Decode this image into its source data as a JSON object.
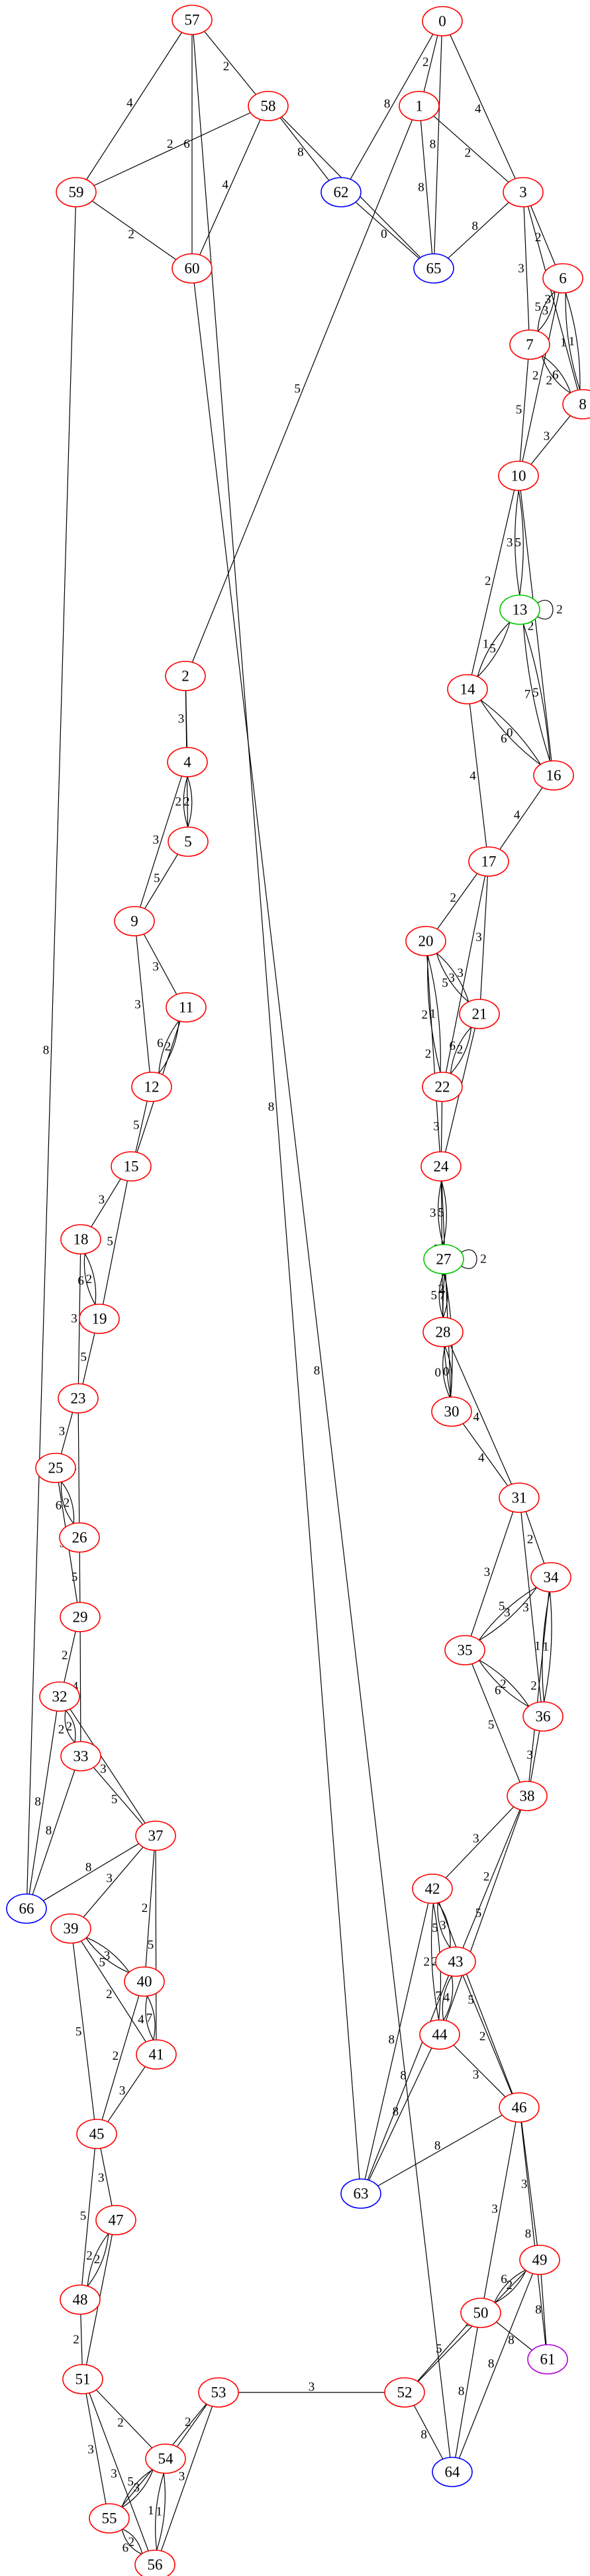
{
  "colors": {
    "red": "#ff0000",
    "green": "#00c800",
    "blue": "#0000ff",
    "purple": "#b000d8",
    "edge": "#000000"
  },
  "nodes": [
    {
      "id": "0",
      "color": "red"
    },
    {
      "id": "1",
      "color": "red"
    },
    {
      "id": "2",
      "color": "red"
    },
    {
      "id": "3",
      "color": "red"
    },
    {
      "id": "4",
      "color": "red"
    },
    {
      "id": "5",
      "color": "red"
    },
    {
      "id": "6",
      "color": "red"
    },
    {
      "id": "7",
      "color": "red"
    },
    {
      "id": "8",
      "color": "red"
    },
    {
      "id": "9",
      "color": "red"
    },
    {
      "id": "10",
      "color": "red"
    },
    {
      "id": "11",
      "color": "red"
    },
    {
      "id": "12",
      "color": "red"
    },
    {
      "id": "13",
      "color": "green"
    },
    {
      "id": "14",
      "color": "red"
    },
    {
      "id": "15",
      "color": "red"
    },
    {
      "id": "16",
      "color": "red"
    },
    {
      "id": "17",
      "color": "red"
    },
    {
      "id": "18",
      "color": "red"
    },
    {
      "id": "19",
      "color": "red"
    },
    {
      "id": "20",
      "color": "red"
    },
    {
      "id": "21",
      "color": "red"
    },
    {
      "id": "22",
      "color": "red"
    },
    {
      "id": "23",
      "color": "red"
    },
    {
      "id": "24",
      "color": "red"
    },
    {
      "id": "25",
      "color": "red"
    },
    {
      "id": "26",
      "color": "red"
    },
    {
      "id": "27",
      "color": "green"
    },
    {
      "id": "28",
      "color": "red"
    },
    {
      "id": "29",
      "color": "red"
    },
    {
      "id": "30",
      "color": "red"
    },
    {
      "id": "31",
      "color": "red"
    },
    {
      "id": "32",
      "color": "red"
    },
    {
      "id": "33",
      "color": "red"
    },
    {
      "id": "34",
      "color": "red"
    },
    {
      "id": "35",
      "color": "red"
    },
    {
      "id": "36",
      "color": "red"
    },
    {
      "id": "37",
      "color": "red"
    },
    {
      "id": "38",
      "color": "red"
    },
    {
      "id": "39",
      "color": "red"
    },
    {
      "id": "40",
      "color": "red"
    },
    {
      "id": "41",
      "color": "red"
    },
    {
      "id": "42",
      "color": "red"
    },
    {
      "id": "43",
      "color": "red"
    },
    {
      "id": "44",
      "color": "red"
    },
    {
      "id": "45",
      "color": "red"
    },
    {
      "id": "46",
      "color": "red"
    },
    {
      "id": "47",
      "color": "red"
    },
    {
      "id": "48",
      "color": "red"
    },
    {
      "id": "49",
      "color": "red"
    },
    {
      "id": "50",
      "color": "red"
    },
    {
      "id": "51",
      "color": "red"
    },
    {
      "id": "52",
      "color": "red"
    },
    {
      "id": "53",
      "color": "red"
    },
    {
      "id": "54",
      "color": "red"
    },
    {
      "id": "55",
      "color": "red"
    },
    {
      "id": "56",
      "color": "red"
    },
    {
      "id": "57",
      "color": "red"
    },
    {
      "id": "58",
      "color": "red"
    },
    {
      "id": "59",
      "color": "red"
    },
    {
      "id": "60",
      "color": "red"
    },
    {
      "id": "61",
      "color": "purple"
    },
    {
      "id": "62",
      "color": "blue"
    },
    {
      "id": "63",
      "color": "blue"
    },
    {
      "id": "64",
      "color": "blue"
    },
    {
      "id": "65",
      "color": "blue"
    },
    {
      "id": "66",
      "color": "blue"
    }
  ],
  "edges": [
    {
      "from": "0",
      "to": "62",
      "label": "8"
    },
    {
      "from": "0",
      "to": "1",
      "label": "2"
    },
    {
      "from": "0",
      "to": "65",
      "label": "8"
    },
    {
      "from": "0",
      "to": "3",
      "label": "4"
    },
    {
      "from": "1",
      "to": "3",
      "label": "2"
    },
    {
      "from": "1",
      "to": "65",
      "label": "8"
    },
    {
      "from": "1",
      "to": "2",
      "label": "5"
    },
    {
      "from": "3",
      "to": "65",
      "label": "8"
    },
    {
      "from": "3",
      "to": "6",
      "label": "2"
    },
    {
      "from": "3",
      "to": "7",
      "label": "3"
    },
    {
      "from": "3",
      "to": "8",
      "label": "3"
    },
    {
      "from": "6",
      "to": "7",
      "label": "3"
    },
    {
      "from": "6",
      "to": "7",
      "label": "5"
    },
    {
      "from": "6",
      "to": "8",
      "label": "1"
    },
    {
      "from": "6",
      "to": "8",
      "label": "1"
    },
    {
      "from": "6",
      "to": "10",
      "label": "2"
    },
    {
      "from": "7",
      "to": "8",
      "label": "6"
    },
    {
      "from": "7",
      "to": "8",
      "label": "2"
    },
    {
      "from": "7",
      "to": "10",
      "label": "5"
    },
    {
      "from": "8",
      "to": "10",
      "label": "3"
    },
    {
      "from": "10",
      "to": "13",
      "label": "5"
    },
    {
      "from": "10",
      "to": "13",
      "label": "3"
    },
    {
      "from": "10",
      "to": "14",
      "label": "2"
    },
    {
      "from": "10",
      "to": "16",
      "label": "2"
    },
    {
      "from": "13",
      "to": "13",
      "label": "2"
    },
    {
      "from": "13",
      "to": "14",
      "label": "5"
    },
    {
      "from": "13",
      "to": "14",
      "label": "1"
    },
    {
      "from": "13",
      "to": "16",
      "label": "5"
    },
    {
      "from": "13",
      "to": "16",
      "label": "7"
    },
    {
      "from": "14",
      "to": "16",
      "label": "0"
    },
    {
      "from": "14",
      "to": "16",
      "label": "6"
    },
    {
      "from": "14",
      "to": "17",
      "label": "4"
    },
    {
      "from": "16",
      "to": "17",
      "label": "4"
    },
    {
      "from": "17",
      "to": "20",
      "label": "2"
    },
    {
      "from": "17",
      "to": "21",
      "label": "3"
    },
    {
      "from": "17",
      "to": "22",
      "label": "3"
    },
    {
      "from": "20",
      "to": "21",
      "label": "3"
    },
    {
      "from": "20",
      "to": "21",
      "label": "5"
    },
    {
      "from": "20",
      "to": "22",
      "label": "1"
    },
    {
      "from": "20",
      "to": "22",
      "label": "2"
    },
    {
      "from": "20",
      "to": "24",
      "label": "2"
    },
    {
      "from": "21",
      "to": "22",
      "label": "2"
    },
    {
      "from": "21",
      "to": "22",
      "label": "6"
    },
    {
      "from": "21",
      "to": "24",
      "label": "5"
    },
    {
      "from": "22",
      "to": "24",
      "label": "3"
    },
    {
      "from": "24",
      "to": "27",
      "label": "5"
    },
    {
      "from": "24",
      "to": "27",
      "label": "3"
    },
    {
      "from": "24",
      "to": "28",
      "label": "2"
    },
    {
      "from": "24",
      "to": "30",
      "label": "2"
    },
    {
      "from": "27",
      "to": "27",
      "label": "2"
    },
    {
      "from": "27",
      "to": "28",
      "label": "7"
    },
    {
      "from": "27",
      "to": "28",
      "label": "5"
    },
    {
      "from": "27",
      "to": "30",
      "label": "7"
    },
    {
      "from": "27",
      "to": "30",
      "label": "5"
    },
    {
      "from": "28",
      "to": "30",
      "label": "0"
    },
    {
      "from": "28",
      "to": "30",
      "label": "0"
    },
    {
      "from": "30",
      "to": "31",
      "label": "4"
    },
    {
      "from": "28",
      "to": "31",
      "label": "4"
    },
    {
      "from": "31",
      "to": "34",
      "label": "2"
    },
    {
      "from": "31",
      "to": "35",
      "label": "3"
    },
    {
      "from": "31",
      "to": "36",
      "label": "3"
    },
    {
      "from": "34",
      "to": "35",
      "label": "3"
    },
    {
      "from": "34",
      "to": "35",
      "label": "5"
    },
    {
      "from": "34",
      "to": "36",
      "label": "1"
    },
    {
      "from": "34",
      "to": "36",
      "label": "1"
    },
    {
      "from": "34",
      "to": "38",
      "label": "2"
    },
    {
      "from": "35",
      "to": "36",
      "label": "2"
    },
    {
      "from": "35",
      "to": "36",
      "label": "6"
    },
    {
      "from": "35",
      "to": "38",
      "label": "5"
    },
    {
      "from": "36",
      "to": "38",
      "label": "3"
    },
    {
      "from": "38",
      "to": "42",
      "label": "3"
    },
    {
      "from": "38",
      "to": "43",
      "label": "2"
    },
    {
      "from": "38",
      "to": "44",
      "label": "5"
    },
    {
      "from": "42",
      "to": "43",
      "label": "3"
    },
    {
      "from": "42",
      "to": "43",
      "label": "5"
    },
    {
      "from": "42",
      "to": "44",
      "label": "2"
    },
    {
      "from": "42",
      "to": "44",
      "label": "2"
    },
    {
      "from": "42",
      "to": "46",
      "label": "5"
    },
    {
      "from": "42",
      "to": "63",
      "label": "8"
    },
    {
      "from": "43",
      "to": "44",
      "label": "4"
    },
    {
      "from": "43",
      "to": "44",
      "label": "7"
    },
    {
      "from": "43",
      "to": "46",
      "label": "2"
    },
    {
      "from": "43",
      "to": "63",
      "label": "8"
    },
    {
      "from": "44",
      "to": "46",
      "label": "3"
    },
    {
      "from": "44",
      "to": "63",
      "label": "8"
    },
    {
      "from": "46",
      "to": "63",
      "label": "8"
    },
    {
      "from": "46",
      "to": "49",
      "label": "3"
    },
    {
      "from": "46",
      "to": "50",
      "label": "3"
    },
    {
      "from": "46",
      "to": "61",
      "label": "8"
    },
    {
      "from": "49",
      "to": "50",
      "label": "2"
    },
    {
      "from": "49",
      "to": "50",
      "label": "6"
    },
    {
      "from": "49",
      "to": "52",
      "label": "3"
    },
    {
      "from": "49",
      "to": "61",
      "label": "8"
    },
    {
      "from": "49",
      "to": "64",
      "label": "8"
    },
    {
      "from": "50",
      "to": "52",
      "label": "5"
    },
    {
      "from": "50",
      "to": "61",
      "label": "8"
    },
    {
      "from": "50",
      "to": "64",
      "label": "8"
    },
    {
      "from": "52",
      "to": "64",
      "label": "8"
    },
    {
      "from": "52",
      "to": "53",
      "label": "3"
    },
    {
      "from": "2",
      "to": "4",
      "label": "3"
    },
    {
      "from": "2",
      "to": "5",
      "label": "5"
    },
    {
      "from": "4",
      "to": "5",
      "label": "2"
    },
    {
      "from": "4",
      "to": "5",
      "label": "2"
    },
    {
      "from": "4",
      "to": "9",
      "label": "3"
    },
    {
      "from": "5",
      "to": "9",
      "label": "5"
    },
    {
      "from": "9",
      "to": "11",
      "label": "3"
    },
    {
      "from": "9",
      "to": "12",
      "label": "3"
    },
    {
      "from": "11",
      "to": "12",
      "label": "2"
    },
    {
      "from": "11",
      "to": "12",
      "label": "6"
    },
    {
      "from": "11",
      "to": "15",
      "label": "3"
    },
    {
      "from": "12",
      "to": "15",
      "label": "5"
    },
    {
      "from": "15",
      "to": "18",
      "label": "3"
    },
    {
      "from": "15",
      "to": "19",
      "label": "5"
    },
    {
      "from": "18",
      "to": "19",
      "label": "2"
    },
    {
      "from": "18",
      "to": "19",
      "label": "6"
    },
    {
      "from": "18",
      "to": "23",
      "label": "3"
    },
    {
      "from": "19",
      "to": "23",
      "label": "5"
    },
    {
      "from": "23",
      "to": "25",
      "label": "3"
    },
    {
      "from": "23",
      "to": "26",
      "label": "3"
    },
    {
      "from": "25",
      "to": "26",
      "label": "2"
    },
    {
      "from": "25",
      "to": "26",
      "label": "6"
    },
    {
      "from": "25",
      "to": "29",
      "label": "3"
    },
    {
      "from": "26",
      "to": "29",
      "label": "5"
    },
    {
      "from": "29",
      "to": "32",
      "label": "2"
    },
    {
      "from": "29",
      "to": "33",
      "label": "4"
    },
    {
      "from": "32",
      "to": "33",
      "label": "2"
    },
    {
      "from": "32",
      "to": "33",
      "label": "2"
    },
    {
      "from": "32",
      "to": "37",
      "label": "3"
    },
    {
      "from": "32",
      "to": "66",
      "label": "8"
    },
    {
      "from": "33",
      "to": "37",
      "label": "5"
    },
    {
      "from": "33",
      "to": "66",
      "label": "8"
    },
    {
      "from": "37",
      "to": "66",
      "label": "8"
    },
    {
      "from": "37",
      "to": "39",
      "label": "3"
    },
    {
      "from": "37",
      "to": "40",
      "label": "2"
    },
    {
      "from": "37",
      "to": "41",
      "label": "5"
    },
    {
      "from": "39",
      "to": "40",
      "label": "3"
    },
    {
      "from": "39",
      "to": "40",
      "label": "5"
    },
    {
      "from": "39",
      "to": "41",
      "label": "2"
    },
    {
      "from": "39",
      "to": "45",
      "label": "5"
    },
    {
      "from": "40",
      "to": "41",
      "label": "7"
    },
    {
      "from": "40",
      "to": "41",
      "label": "4"
    },
    {
      "from": "40",
      "to": "45",
      "label": "2"
    },
    {
      "from": "41",
      "to": "45",
      "label": "3"
    },
    {
      "from": "45",
      "to": "47",
      "label": "3"
    },
    {
      "from": "45",
      "to": "48",
      "label": "5"
    },
    {
      "from": "47",
      "to": "48",
      "label": "2"
    },
    {
      "from": "47",
      "to": "48",
      "label": "2"
    },
    {
      "from": "47",
      "to": "51",
      "label": "4"
    },
    {
      "from": "48",
      "to": "51",
      "label": "2"
    },
    {
      "from": "51",
      "to": "54",
      "label": "2"
    },
    {
      "from": "51",
      "to": "55",
      "label": "3"
    },
    {
      "from": "51",
      "to": "56",
      "label": "3"
    },
    {
      "from": "53",
      "to": "54",
      "label": "2"
    },
    {
      "from": "53",
      "to": "55",
      "label": "5"
    },
    {
      "from": "53",
      "to": "56",
      "label": "3"
    },
    {
      "from": "54",
      "to": "55",
      "label": "3"
    },
    {
      "from": "54",
      "to": "55",
      "label": "5"
    },
    {
      "from": "54",
      "to": "56",
      "label": "1"
    },
    {
      "from": "54",
      "to": "56",
      "label": "1"
    },
    {
      "from": "55",
      "to": "56",
      "label": "2"
    },
    {
      "from": "55",
      "to": "56",
      "label": "6"
    },
    {
      "from": "57",
      "to": "59",
      "label": "4"
    },
    {
      "from": "57",
      "to": "60",
      "label": "6"
    },
    {
      "from": "57",
      "to": "58",
      "label": "2"
    },
    {
      "from": "57",
      "to": "63",
      "label": "8"
    },
    {
      "from": "58",
      "to": "59",
      "label": "2"
    },
    {
      "from": "58",
      "to": "60",
      "label": "4"
    },
    {
      "from": "58",
      "to": "62",
      "label": "8"
    },
    {
      "from": "58",
      "to": "65",
      "label": "8"
    },
    {
      "from": "59",
      "to": "60",
      "label": "2"
    },
    {
      "from": "59",
      "to": "66",
      "label": "8"
    },
    {
      "from": "60",
      "to": "64",
      "label": "8"
    },
    {
      "from": "62",
      "to": "65",
      "label": "0"
    }
  ]
}
